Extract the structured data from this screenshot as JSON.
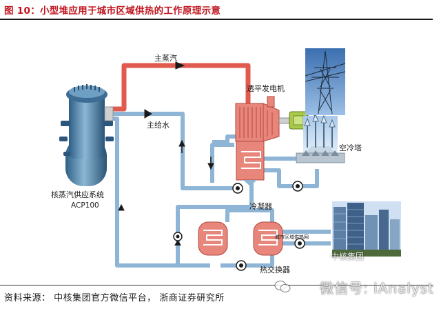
{
  "title": "图 10：小型堆应用于城市区域供热的工作原理示意",
  "source": "资料来源：  中核集团官方微信平台，  浙商证券研究所",
  "watermark": {
    "wechat": "微信号: iAnalyst",
    "logo": "中核集团"
  },
  "labels": {
    "main_steam": "主蒸汽",
    "main_feedwater": "主给水",
    "turbine_generator": "透平发电机",
    "cooling_tower": "空冷塔",
    "reactor_system": "核蒸汽供应系统",
    "reactor_model": "ACP100",
    "condenser": "冷凝器",
    "district_heating_network": "城市区域供热网",
    "heat_exchanger": "热交换器"
  },
  "colors": {
    "title": "#c0141e",
    "steam_pipe": "#e05a4e",
    "water_pipe": "#8fb5d6",
    "component": "#e8867c"
  }
}
